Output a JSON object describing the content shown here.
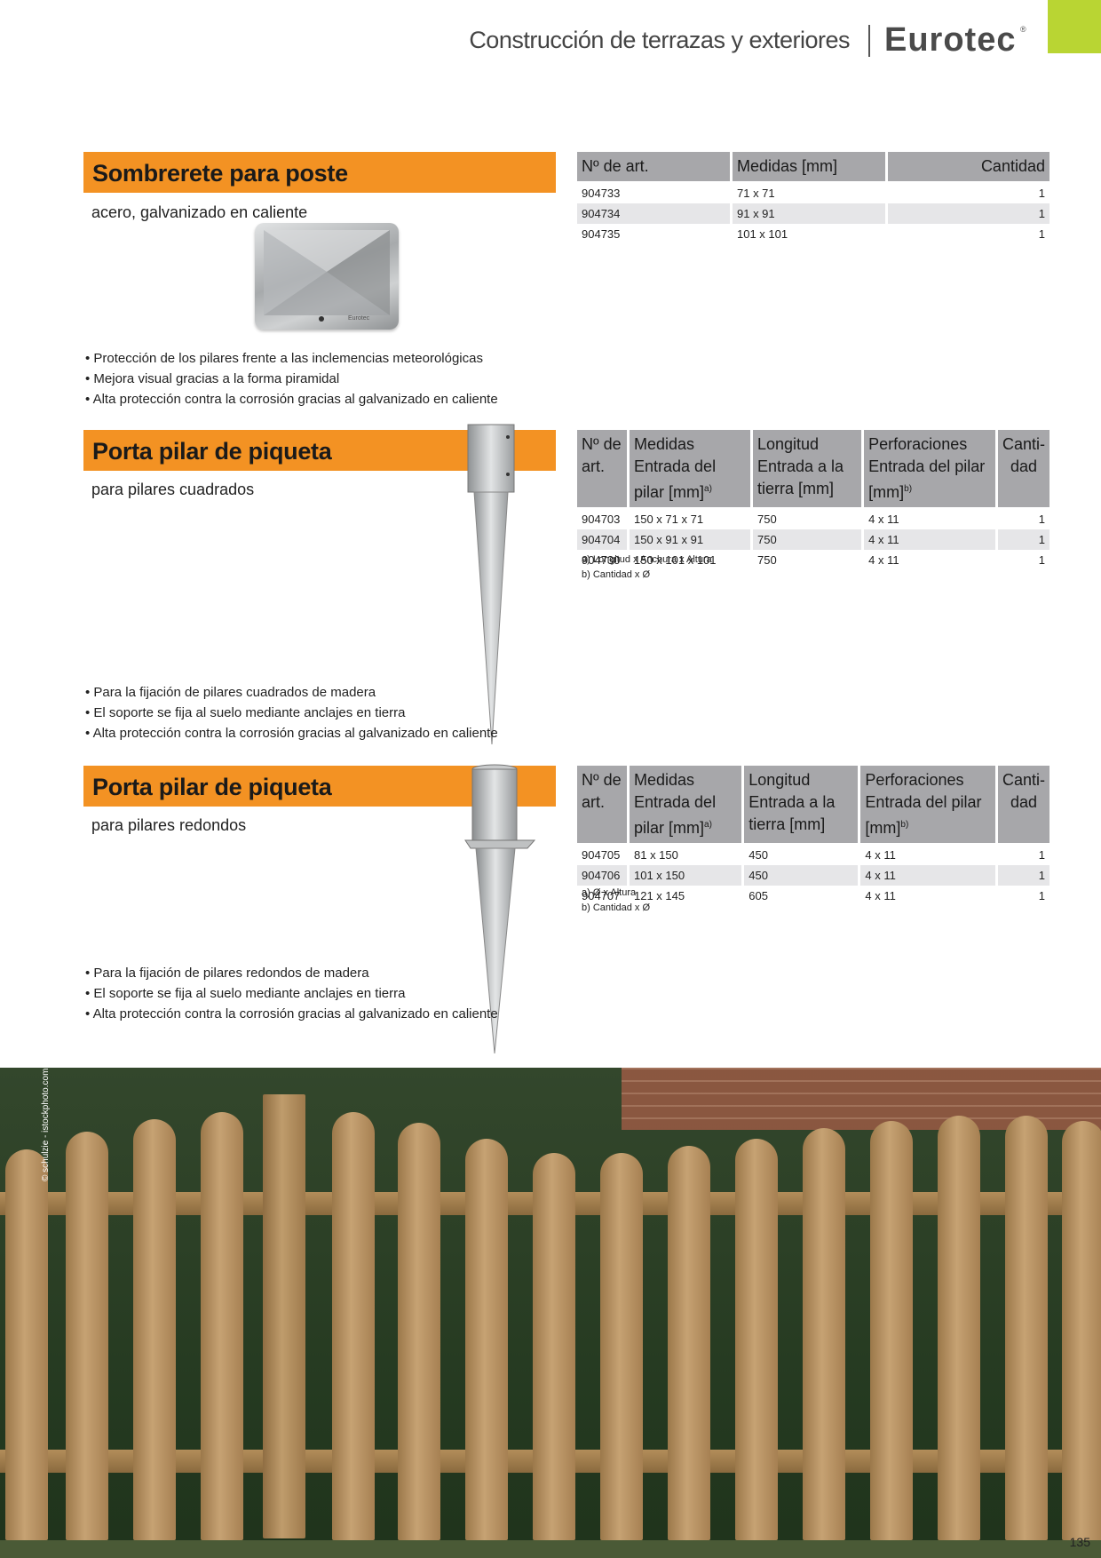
{
  "header": {
    "title": "Construcción de terrazas y exteriores",
    "logo": "Eurotec",
    "logo_mark": "®"
  },
  "sections": [
    {
      "title": "Sombrerete para poste",
      "subtitle": "acero, galvanizado en caliente",
      "product_mark": "Eurotec",
      "bullets": [
        "Protección de los pilares frente a las inclemencias meteorológicas",
        "Mejora visual gracias a la forma piramidal",
        "Alta protección contra la corrosión gracias al galvanizado en caliente"
      ],
      "table": {
        "headers": [
          "Nº de art.",
          "Medidas [mm]",
          "Cantidad"
        ],
        "rows": [
          [
            "904733",
            "71 x 71",
            "1"
          ],
          [
            "904734",
            "91 x 91",
            "1"
          ],
          [
            "904735",
            "101 x 101",
            "1"
          ]
        ]
      }
    },
    {
      "title": "Porta pilar de piqueta",
      "subtitle": "para pilares cuadrados",
      "bullets": [
        "Para la fijación de pilares cuadrados de madera",
        "El soporte se fija al suelo mediante anclajes en tierra",
        "Alta protección contra la corrosión gracias al galvanizado en caliente"
      ],
      "table": {
        "headers": [
          {
            "top": "Nº de",
            "bottom": "art."
          },
          {
            "top": "Medidas",
            "bottom": "Entrada del  pilar [mm]",
            "sup": "a)"
          },
          {
            "top": "Longitud",
            "bottom": "Entrada a la tierra [mm]"
          },
          {
            "top": "Perforaciones",
            "bottom": "Entrada del pilar [mm]",
            "sup": "b)"
          },
          {
            "top": "Canti-",
            "bottom": "dad"
          }
        ],
        "rows": [
          [
            "904703",
            "150 x 71 x 71",
            "750",
            "4 x 11",
            "1"
          ],
          [
            "904704",
            "150 x 91 x 91",
            "750",
            "4 x 11",
            "1"
          ],
          [
            "904730",
            "150 x 101 x 101",
            "750",
            "4 x 11",
            "1"
          ]
        ],
        "footnotes": [
          "a) Longitud x Anchura x Altura",
          "b) Cantidad x Ø"
        ]
      }
    },
    {
      "title": "Porta pilar de piqueta",
      "subtitle": "para pilares redondos",
      "bullets": [
        "Para la fijación de pilares redondos de madera",
        "El soporte se fija al suelo mediante anclajes en tierra",
        "Alta protección contra la corrosión gracias al galvanizado en caliente"
      ],
      "table": {
        "headers": [
          {
            "top": "Nº de",
            "bottom": "art."
          },
          {
            "top": "Medidas",
            "bottom": "Entrada del pilar [mm]",
            "sup": "a)"
          },
          {
            "top": "Longitud",
            "bottom": "Entrada a la tierra [mm]"
          },
          {
            "top": "Perforaciones",
            "bottom": "Entrada del pilar [mm]",
            "sup": "b)"
          },
          {
            "top": "Canti-",
            "bottom": "dad"
          }
        ],
        "rows": [
          [
            "904705",
            "81 x 150",
            "450",
            "4 x 11",
            "1"
          ],
          [
            "904706",
            "101 x 150",
            "450",
            "4 x 11",
            "1"
          ],
          [
            "904707",
            "121 x 145",
            "605",
            "4 x 11",
            "1"
          ]
        ],
        "footnotes": [
          "a) Ø x Altura",
          "b) Cantidad x Ø"
        ]
      }
    }
  ],
  "photo_credit": "© schulzie - istockphoto.com",
  "page_number": "135",
  "colors": {
    "section_bar": "#f39223",
    "corner_tab": "#b9d533",
    "table_header": "#a7a7aa",
    "table_alt_row": "#e6e6e8"
  }
}
